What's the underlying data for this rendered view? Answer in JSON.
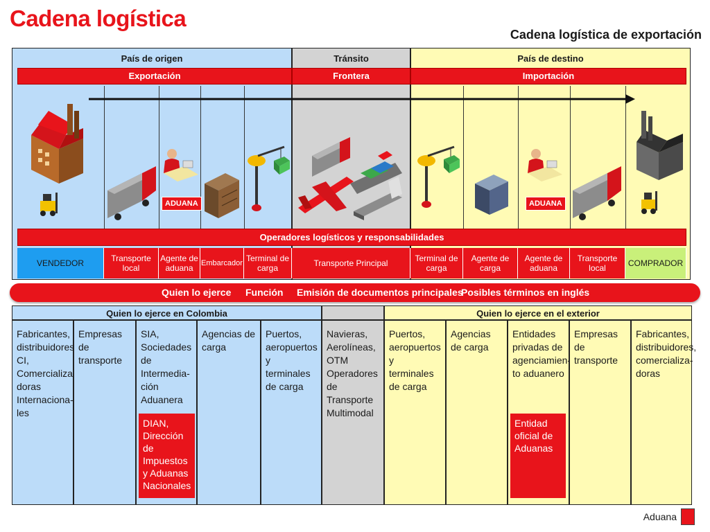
{
  "title": "Cadena logística",
  "subtitle": "Cadena logística de exportación",
  "zones": {
    "origin": "País de origen",
    "transit": "Tránsito",
    "destination": "País de destino"
  },
  "phases": {
    "export": "Exportación",
    "border": "Frontera",
    "import": "Importación"
  },
  "aduana_icon": "ADUANA",
  "operators_bar": "Operadores logísticos y responsabilidades",
  "roles": {
    "vendedor": "VENDEDOR",
    "transporte_local_1": "Transporte local",
    "agente_aduana_1": "Agente de aduana",
    "embarcador": "Embarcador",
    "terminal_carga_1": "Terminal de carga",
    "transporte_principal": "Transporte Principal",
    "terminal_carga_2": "Terminal de carga",
    "agente_carga": "Agente de carga",
    "agente_aduana_2": "Agente de aduana",
    "transporte_local_2": "Transporte local",
    "comprador": "COMPRADOR"
  },
  "pill": {
    "quien": "Quien lo ejerce",
    "funcion": "Función",
    "emision": "Emisión de documentos principales",
    "terminos": "Posibles términos en inglés"
  },
  "bottom_heads": {
    "colombia": "Quien lo ejerce en Colombia",
    "exterior": "Quien lo ejerce en el exterior"
  },
  "bottom": {
    "c1": "Fabricantes, distribuidores, CI, Comercializa-doras Internaciona-les",
    "c2": "Empresas de transporte",
    "c3": "SIA, Sociedades de Intermedia-ción Aduanera",
    "c3_red": "DIAN, Dirección de Impuestos y Aduanas Nacionales",
    "c4": "Agencias de carga",
    "c5": "Puertos, aeropuertos y terminales de carga",
    "c6": "Navieras, Aerolíneas, OTM Operadores de Transporte Multimodal",
    "c7": "Puertos, aeropuertos y terminales de carga",
    "c8": "Agencias de carga",
    "c9": "Entidades privadas de agenciamien-to aduanero",
    "c9_red": "Entidad oficial de Aduanas",
    "c10": "Empresas de transporte",
    "c11": "Fabricantes, distribuidores, comercializa-doras"
  },
  "legend": "Aduana",
  "colors": {
    "red": "#e8141b",
    "blue": "#bcdcf9",
    "gray": "#d3d3d3",
    "yellow": "#fffbb5",
    "role_blue": "#1e9df0",
    "role_green": "#c9f07a"
  },
  "icons": [
    "factory-icon",
    "forklift-icon",
    "truck-icon",
    "customs-agent-icon",
    "container-icon",
    "crane-icon",
    "airplane-icon",
    "ship-icon",
    "train-icon",
    "warehouse-icon",
    "industrial-plant-icon",
    "flow-arrow-icon"
  ]
}
